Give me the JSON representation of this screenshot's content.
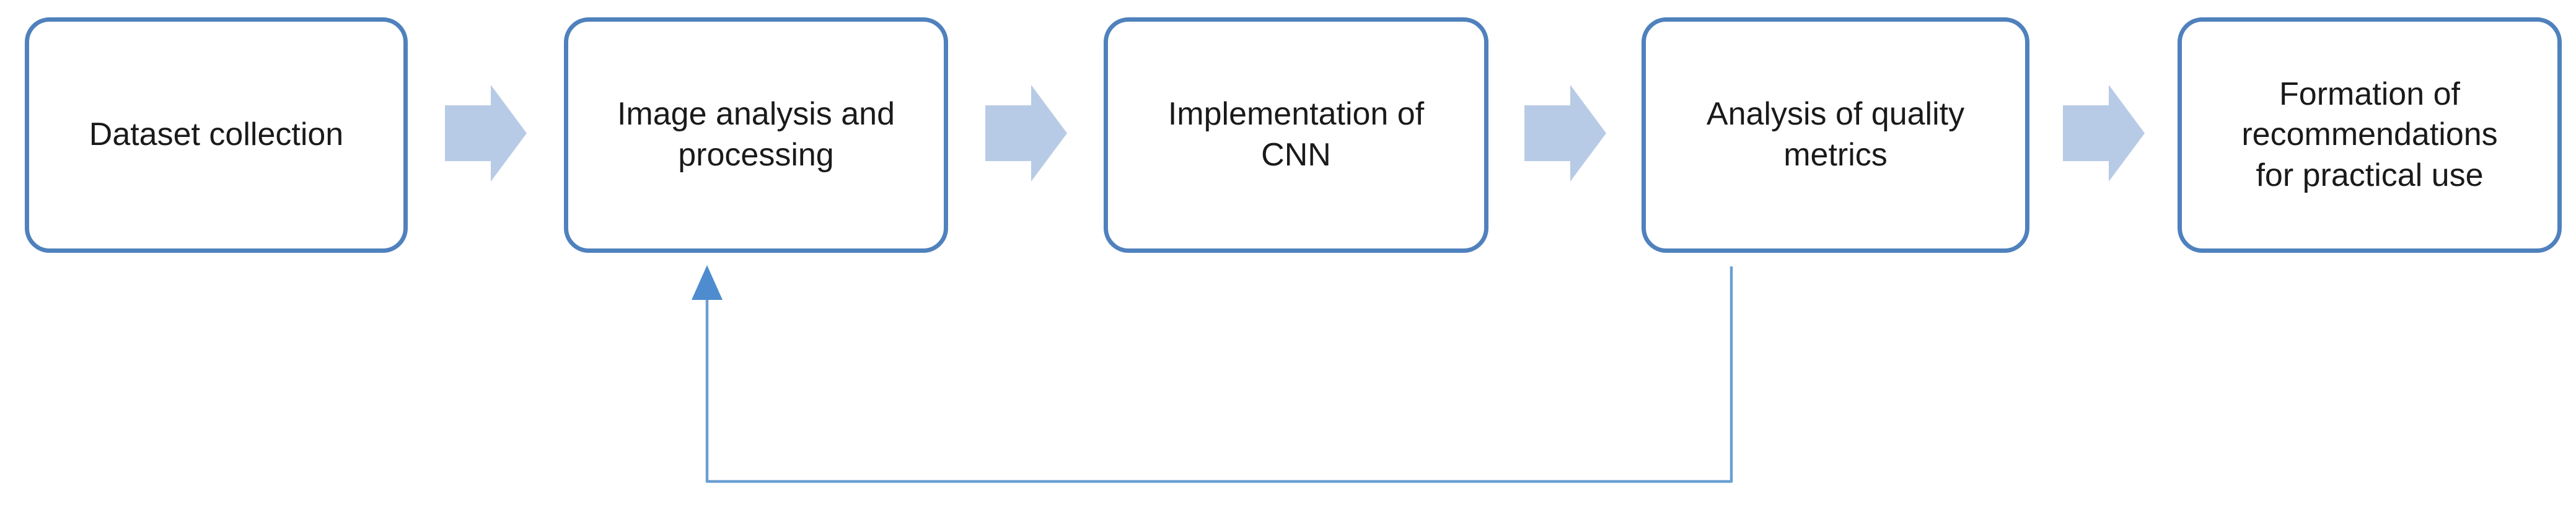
{
  "diagram": {
    "type": "flowchart",
    "direction": "left-to-right",
    "boxes": [
      {
        "label": "Dataset collection"
      },
      {
        "label": "Image analysis and\nprocessing"
      },
      {
        "label": "Implementation of\nCNN"
      },
      {
        "label": "Analysis of quality\nmetrics"
      },
      {
        "label": "Formation of\nrecommendations\nfor practical use"
      }
    ],
    "connectors": {
      "forward_arrows": [
        {
          "from": "Dataset collection",
          "to": "Image analysis and processing",
          "style": "block-arrow-right"
        },
        {
          "from": "Image analysis and processing",
          "to": "Implementation of CNN",
          "style": "block-arrow-right"
        },
        {
          "from": "Implementation of CNN",
          "to": "Analysis of quality metrics",
          "style": "block-arrow-right"
        },
        {
          "from": "Analysis of quality metrics",
          "to": "Formation of recommendations for practical use",
          "style": "block-arrow-right"
        }
      ],
      "feedback_arrow": {
        "from": "Analysis of quality metrics",
        "to": "Image analysis and processing",
        "style": "elbow-line-arrow-up"
      }
    },
    "colors": {
      "box_border": "#4f81bd",
      "box_fill": "#ffffff",
      "block_arrow_fill": "#b8cbe6",
      "feedback_line": "#6b9fd4",
      "feedback_arrowhead": "#4e8ccf",
      "text": "#1a1a1a",
      "background": "#ffffff"
    }
  }
}
